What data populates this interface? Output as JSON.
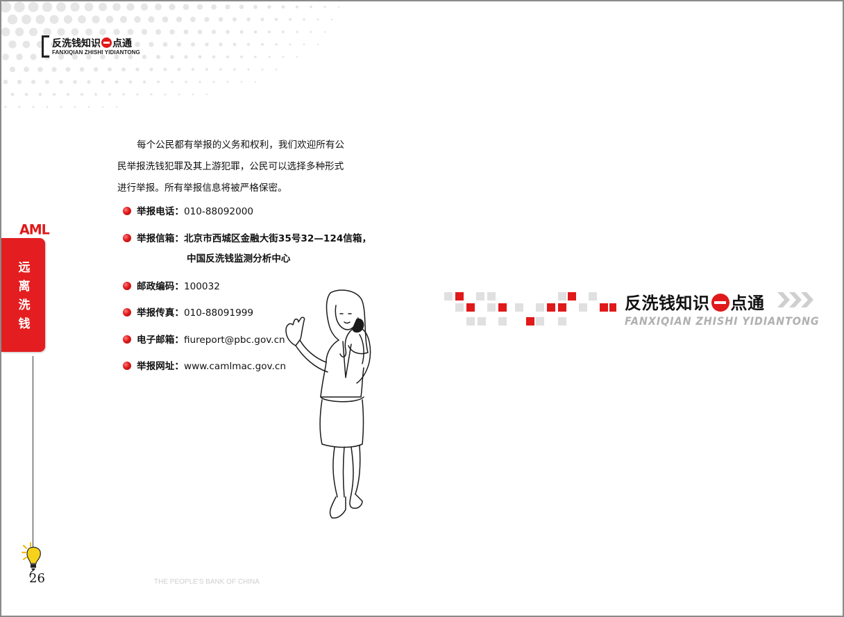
{
  "header": {
    "brand_cn_part1": "反洗钱知识",
    "brand_cn_part2": "点通",
    "brand_en": "FANXIQIAN ZHISHI YIDIANTONG"
  },
  "side_tab": {
    "aml_label": "AML",
    "vertical_text": "远离洗钱"
  },
  "page_number": "26",
  "footer_text": "THE PEOPLE'S BANK OF CHINA",
  "body": {
    "paragraph_line1": "每个公民都有举报的义务和权利，我们欢迎所有公",
    "paragraph_line2": "民举报洗钱犯罪及其上游犯罪，公民可以选择多种形式",
    "paragraph_line3": "进行举报。所有举报信息将被严格保密。",
    "contacts": [
      {
        "label": "举报电话：",
        "value": "010-88092000"
      },
      {
        "label": "举报信箱：",
        "value": "北京市西城区金融大街35号32—124信箱，",
        "extra": "中国反洗钱监测分析中心"
      },
      {
        "label": "邮政编码：",
        "value": "100032"
      },
      {
        "label": "举报传真：",
        "value": "010-88091999"
      },
      {
        "label": "电子邮箱：",
        "value": "fiureport@pbc.gov.cn"
      },
      {
        "label": "举报网址：",
        "value": "www.camlmac.gov.cn"
      }
    ]
  },
  "brand_large": {
    "cn_part1": "反洗钱知识",
    "cn_part2": "点通",
    "en": "FANXIQIAN ZHISHI YIDIANTONG"
  },
  "colors": {
    "accent_red": "#e41e20",
    "text": "#111111",
    "muted_grey": "#cfcfcf"
  }
}
